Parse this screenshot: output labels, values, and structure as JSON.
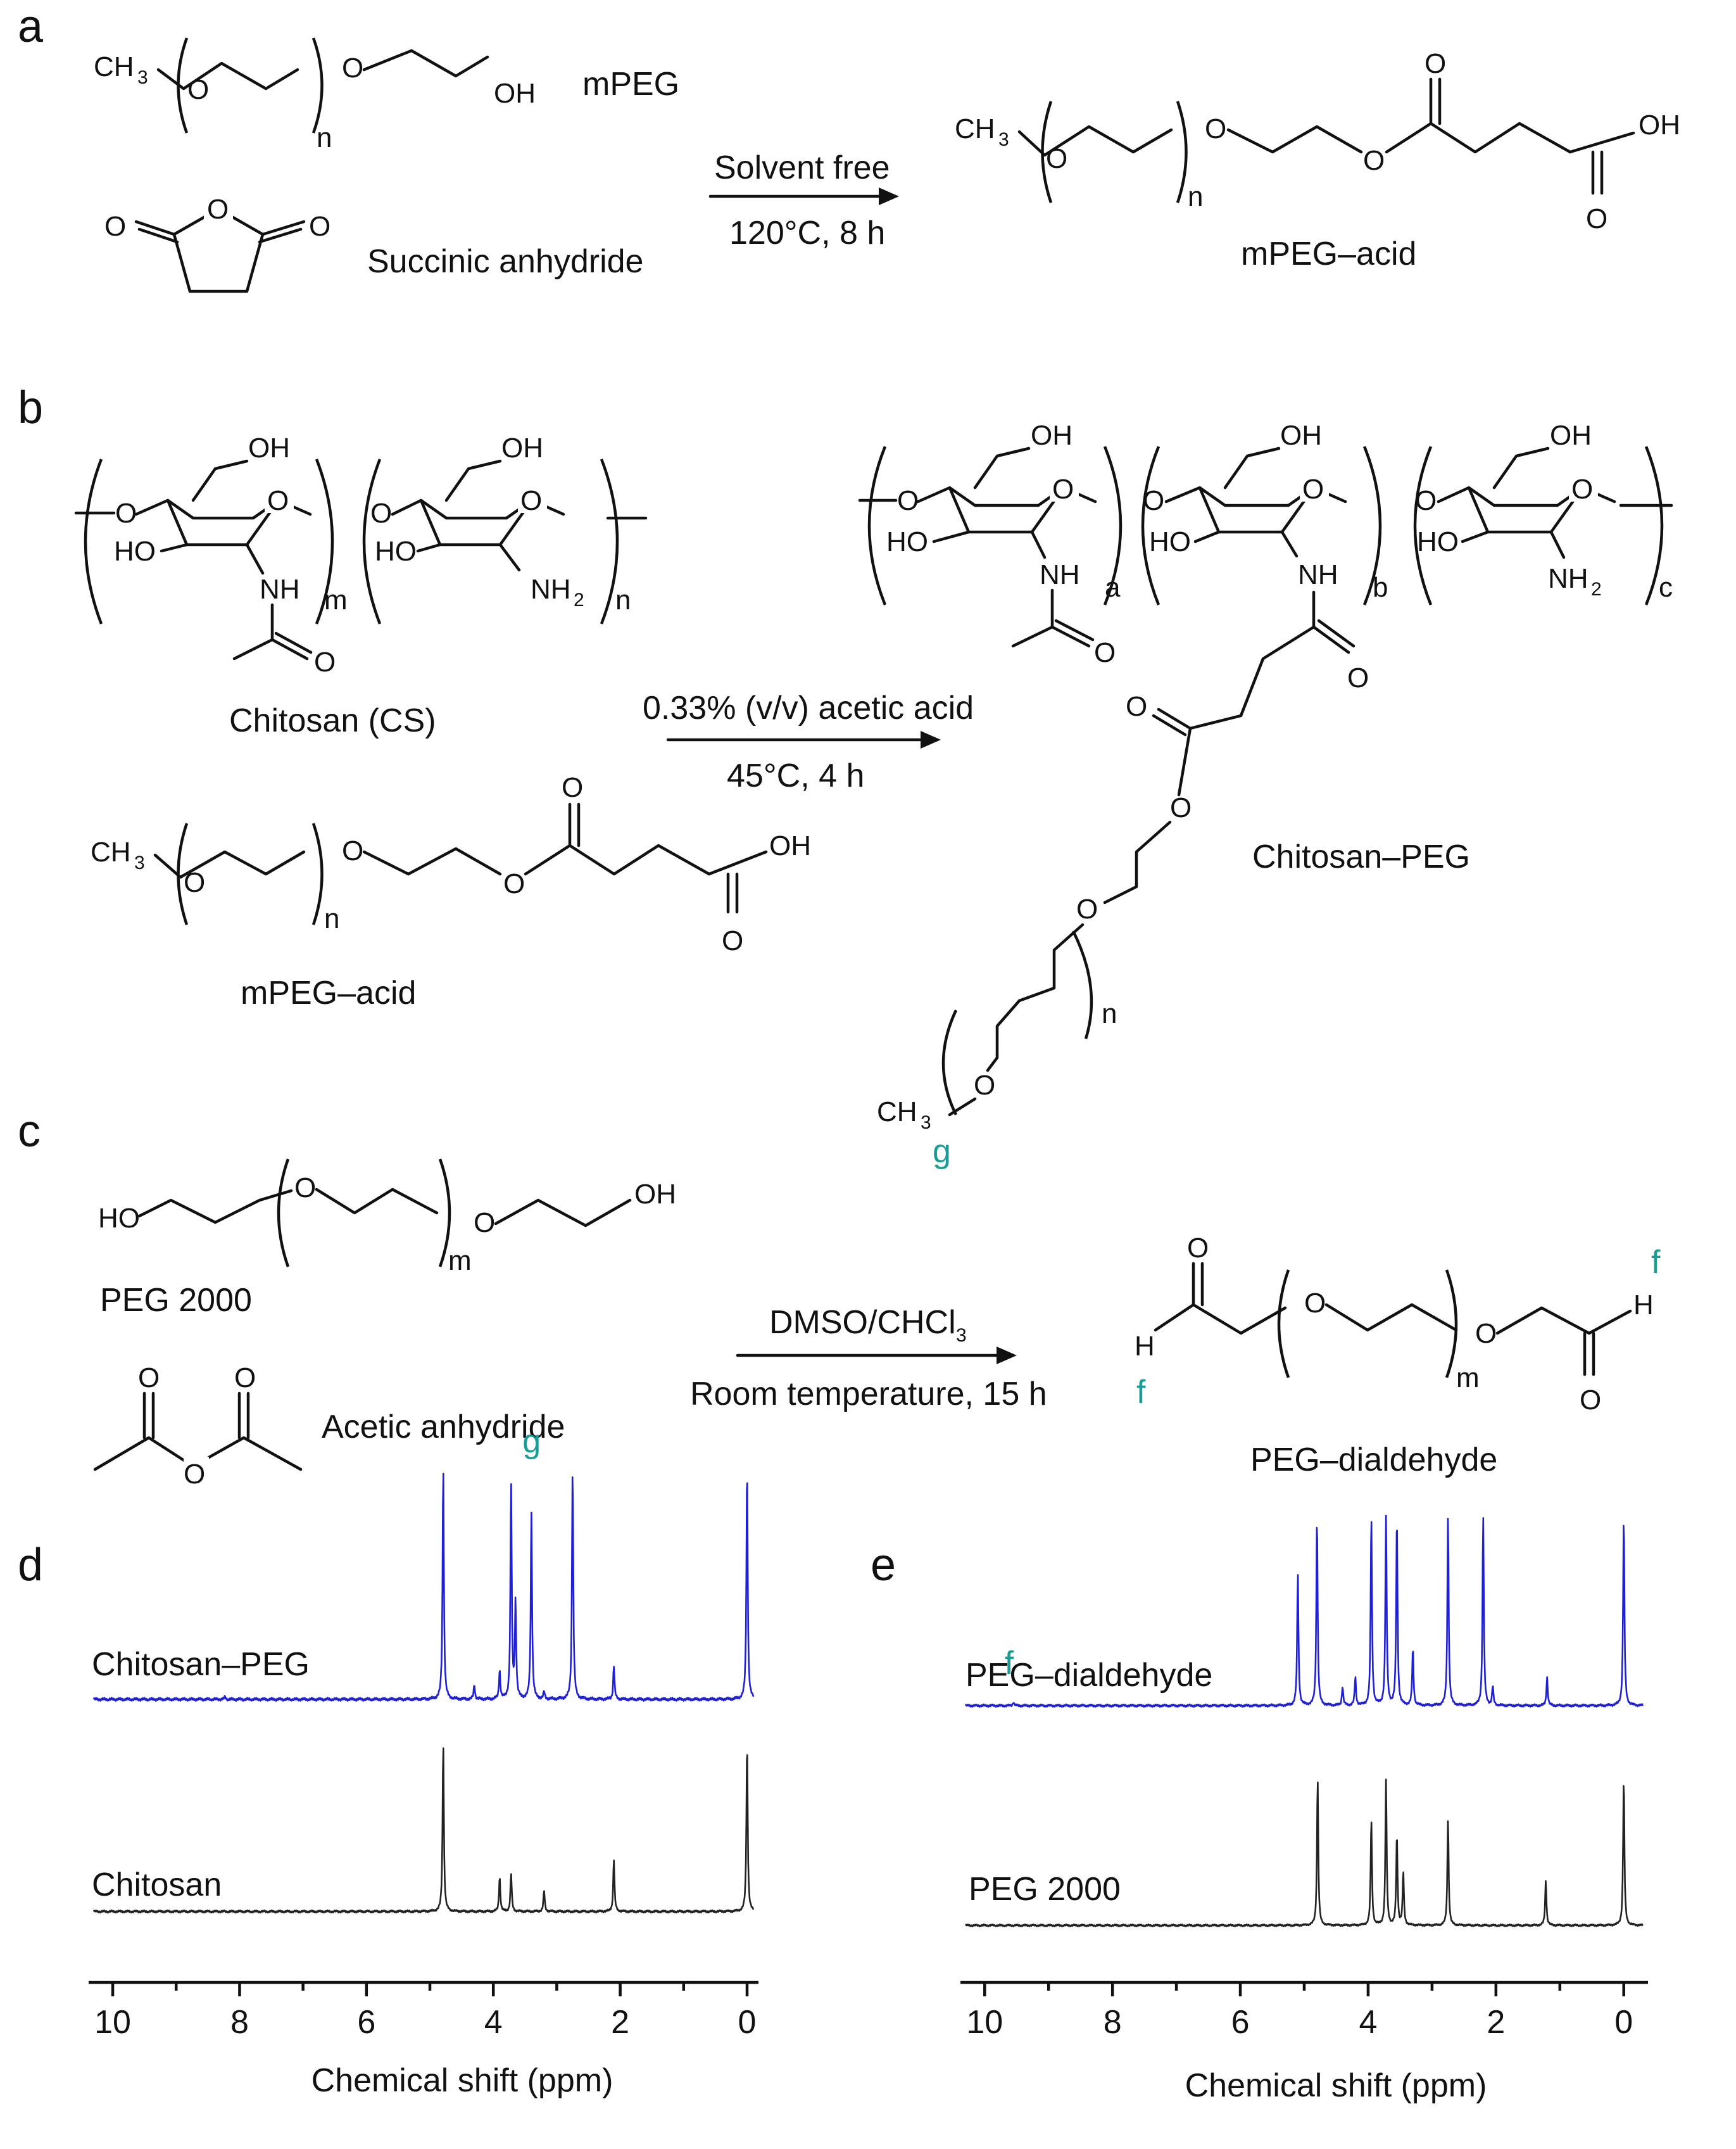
{
  "panels": {
    "a": "a",
    "b": "b",
    "c": "c",
    "d": "d",
    "e": "e"
  },
  "colors": {
    "chitosan_peg": "#1f1fd6",
    "peg_dialdehyde": "#1f1fd6",
    "reference": "#222222",
    "teal_label": "#1a9c94"
  },
  "panel_a": {
    "mpeg_label": "mPEG",
    "anhydride_label": "Succinic anhydride",
    "conditions_top": "Solvent free",
    "conditions_bottom": "120°C, 8 h",
    "product_label": "mPEG–acid"
  },
  "panel_b": {
    "chitosan_label": "Chitosan (CS)",
    "reagent_label": "mPEG–acid",
    "conditions_top": "0.33% (v/v) acetic acid",
    "conditions_bottom": "45°C, 4 h",
    "product_label": "Chitosan–PEG",
    "g_marker": "g"
  },
  "panel_c": {
    "peg_label": "PEG 2000",
    "anhydride_label": "Acetic anhydride",
    "conditions_top": "DMSO/CHCl",
    "conditions_top_sub": "3",
    "conditions_bottom": "Room temperature, 15 h",
    "product_label": "PEG–dialdehyde",
    "f_marker": "f"
  },
  "atoms": {
    "ch3": "CH",
    "three": "3",
    "o": "O",
    "oh": "OH",
    "ho": "HO",
    "h": "H",
    "nh": "NH",
    "nh2": "NH",
    "two": "2",
    "n": "n",
    "m": "m",
    "a": "a",
    "b": "b",
    "c": "c"
  },
  "chart_data": [
    {
      "type": "line",
      "panel": "d",
      "xlabel": "Chemical shift (ppm)",
      "xlim": [
        10.3,
        -0.1
      ],
      "ticks": [
        10,
        8,
        6,
        4,
        2,
        0
      ],
      "tick_labels": [
        "10",
        "8",
        "6",
        "4",
        "2",
        "0"
      ],
      "series": [
        {
          "name": "Chitosan–PEG",
          "peaks": [
            [
              8.23,
              0.01
            ],
            [
              4.79,
              0.97
            ],
            [
              4.3,
              0.06
            ],
            [
              3.9,
              0.12
            ],
            [
              3.72,
              0.9
            ],
            [
              3.65,
              0.4
            ],
            [
              3.4,
              0.78
            ],
            [
              3.2,
              0.03
            ],
            [
              2.75,
              0.97
            ],
            [
              2.1,
              0.14
            ],
            [
              0.0,
              0.97
            ]
          ],
          "annotation": "g",
          "annotation_ppm": 3.4
        },
        {
          "name": "Chitosan",
          "peaks": [
            [
              4.79,
              0.97
            ],
            [
              3.9,
              0.2
            ],
            [
              3.72,
              0.22
            ],
            [
              3.2,
              0.12
            ],
            [
              2.1,
              0.3
            ],
            [
              0.0,
              0.97
            ]
          ]
        }
      ]
    },
    {
      "type": "line",
      "panel": "e",
      "xlabel": "Chemical shift (ppm)",
      "xlim": [
        10.3,
        -0.3
      ],
      "ticks": [
        10,
        8,
        6,
        4,
        2,
        0
      ],
      "tick_labels": [
        "10",
        "8",
        "6",
        "4",
        "2",
        "0"
      ],
      "series": [
        {
          "name": "PEG–dialdehyde",
          "peaks": [
            [
              9.55,
              0.02
            ],
            [
              5.1,
              0.7
            ],
            [
              4.8,
              1.0
            ],
            [
              4.4,
              0.1
            ],
            [
              4.2,
              0.15
            ],
            [
              3.95,
              1.0
            ],
            [
              3.72,
              1.0
            ],
            [
              3.55,
              1.0
            ],
            [
              3.3,
              0.3
            ],
            [
              2.75,
              1.0
            ],
            [
              2.2,
              1.0
            ],
            [
              2.05,
              0.1
            ],
            [
              1.2,
              0.15
            ],
            [
              0.0,
              1.0
            ]
          ],
          "annotation": "f",
          "annotation_ppm": 9.55
        },
        {
          "name": "PEG 2000",
          "peaks": [
            [
              4.79,
              0.97
            ],
            [
              3.95,
              0.7
            ],
            [
              3.72,
              0.95
            ],
            [
              3.55,
              0.6
            ],
            [
              3.45,
              0.35
            ],
            [
              2.75,
              0.7
            ],
            [
              1.22,
              0.3
            ],
            [
              0.0,
              0.97
            ]
          ]
        }
      ]
    }
  ]
}
